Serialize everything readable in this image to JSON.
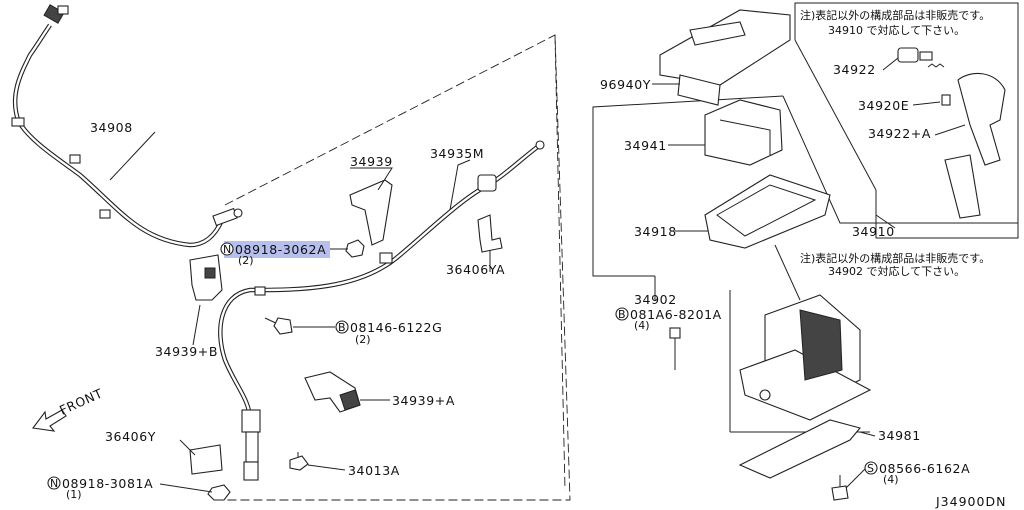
{
  "diagram": {
    "code": "J34900DN",
    "front_label": "FRONT",
    "notes": {
      "upper": {
        "line1": "注)表記以外の構成部品は非販売です。",
        "line2": "34910 で対応して下さい。"
      },
      "lower": {
        "line1": "注)表記以外の構成部品は非販売です。",
        "line2": "34902 で対応して下さい。"
      }
    },
    "callouts": {
      "p34908": "34908",
      "p34939": "34939",
      "p34935M": "34935M",
      "p36406YA": "36406YA",
      "p08918_3062A": "08918-3062A",
      "p08918_3062A_qty": "(2)",
      "p08918_3062A_prefix": "N",
      "p34939B": "34939+B",
      "p08146_6122G": "08146-6122G",
      "p08146_6122G_qty": "(2)",
      "p08146_6122G_prefix": "B",
      "p34939A": "34939+A",
      "p36406Y": "36406Y",
      "p34013A": "34013A",
      "p08918_3081A": "08918-3081A",
      "p08918_3081A_qty": "(1)",
      "p08918_3081A_prefix": "N",
      "p96940Y": "96940Y",
      "p34941": "34941",
      "p34918": "34918",
      "p34902": "34902",
      "p081A6_8201A": "081A6-8201A",
      "p081A6_8201A_qty": "(4)",
      "p081A6_8201A_prefix": "B",
      "p34981": "34981",
      "p08566_6162A": "08566-6162A",
      "p08566_6162A_qty": "(4)",
      "p08566_6162A_prefix": "S",
      "p34922": "34922",
      "p34920E": "34920E",
      "p34922A": "34922+A",
      "p34910": "34910"
    },
    "highlight_color": "#aab4ea"
  }
}
